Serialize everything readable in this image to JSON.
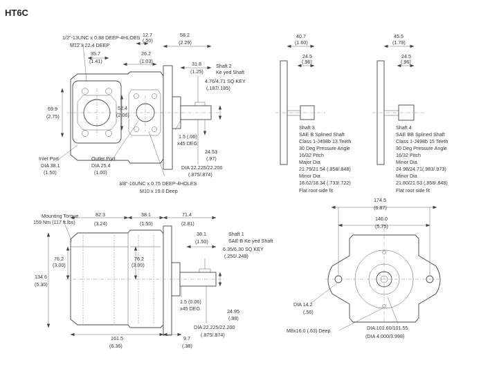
{
  "title": "HT6C",
  "top_view": {
    "thread_callout_1": "1/2\"-13UNC x 0.88 DEEP-4HLOES",
    "thread_callout_1_metric": "M12 x 22.4 DEEP",
    "d_12_7": "12.7",
    "d_12_7_in": "(.50)",
    "d_58_2": "58.2",
    "d_58_2_in": "(2.29)",
    "d_35_7": "35.7",
    "d_35_7_in": "(1.41)",
    "d_26_2": "26.2",
    "d_26_2_in": "(1.03)",
    "d_31_8": "31.8",
    "d_31_8_in": "(1.25)",
    "shaft2_title": "Shaft 2",
    "shaft2_type": "Ke yed Shaft",
    "shaft2_key": "4.76/4.71 SQ KEY",
    "shaft2_key_in": "(.187/.185)",
    "d_69_9": "69.9",
    "d_69_9_in": "(2.75)",
    "d_52_4": "52.4",
    "d_52_4_in": "(2.06)",
    "chamfer": "1.5 (.06)",
    "chamfer_deg": "x45 DEG",
    "d_24_53": "24.53",
    "d_24_53_in": "(.97)",
    "inlet_port": "Inlet Port",
    "inlet_dia": "DIA 38.1",
    "inlet_dia_in": "(1.50)",
    "outlet_port": "Outlet Port",
    "outlet_dia": "DIA 25.4",
    "outlet_dia_in": "(1.00)",
    "shaft_dia": "DIA 22.225/22.200",
    "shaft_dia_in": "(.875/.874)",
    "thread_callout_2": "3/8\"-16UNC x 0.75 DEEP-4HOLES",
    "thread_callout_2_metric": "M10 x 19.0 Deep"
  },
  "shaft3_view": {
    "d_40_7": "40.7",
    "d_40_7_in": "(1.60)",
    "d_24_5": "24.5",
    "d_24_5_in": "(.96)",
    "lines": [
      "Shaft 3",
      "SAE B Splined Shaft",
      "Class 1-J498b 13     Teeth",
      "30 Deg Pressure Angle",
      "16/32 Pitch",
      "Major Dia",
      "21.79/21.54 (.858/.848)",
      "Minor Dia",
      "18.62/18.34 (.733/.722)",
      "Flat root side fit"
    ]
  },
  "shaft4_view": {
    "d_45_5": "45.5",
    "d_45_5_in": "(1.79)",
    "d_24_5": "24.5",
    "d_24_5_in": "(.96)",
    "lines": [
      "Shaft 4",
      "SAE BB Splined Shaft",
      "Class 1-J498b 15     Teeth",
      "30 Deg Pressure Angle",
      "16/32 Pitch",
      "Minor Dia",
      "24.98/24.71(.983/.973)",
      "Minor Dia",
      "21.80/21.53 (.858/.848)",
      "Flat root side fit"
    ]
  },
  "side_view": {
    "mounting_torque": "Mounting Torque",
    "mounting_torque_val": "159 Nm (117 ft.lbs)",
    "d_82_3": "82.3",
    "d_82_3_in": "(3.24)",
    "d_38_1": "38.1",
    "d_38_1_in": "(1.50)",
    "d_71_4": "71.4",
    "d_71_4_in": "(2.81)",
    "d_38_1b": "38.1",
    "d_38_1b_in": "(1.50)",
    "shaft1_title": "Shaft 1",
    "shaft1_type": "SAE B    Ke yed Shaft",
    "shaft1_key": "6.35/6.30 SQ KEY",
    "shaft1_key_in": "(.250/.248)",
    "d_76_2a": "76.2",
    "d_76_2a_in": "(3.00)",
    "d_76_2b": "76.2",
    "d_76_2b_in": "(3.00)",
    "d_134_6": "134.6",
    "d_134_6_in": "(5.30)",
    "chamfer": "1.5 (0.06)",
    "chamfer_deg": "x45 DEG",
    "d_24_95": "24.95",
    "d_24_95_in": "(.98)",
    "shaft_dia": "DIA 22.225/22.200",
    "shaft_dia_in": "(.875/.874)",
    "d_161_5": "161.5",
    "d_161_5_in": "(6.36)",
    "d_9_7": "9.7",
    "d_9_7_in": "(.38)"
  },
  "front_view": {
    "d_174_5": "174.5",
    "d_174_5_in": "(6.87)",
    "d_146_0": "146.0",
    "d_146_0_in": "(5.75)",
    "d_14_2": "DIA 14.2",
    "d_14_2_in": "(.56)",
    "thread": "M8x16.0 (.63) Deep",
    "pilot_dia": "DIA 101.60/101.55",
    "pilot_dia_in": "(DIA 4.000/3.998)"
  }
}
